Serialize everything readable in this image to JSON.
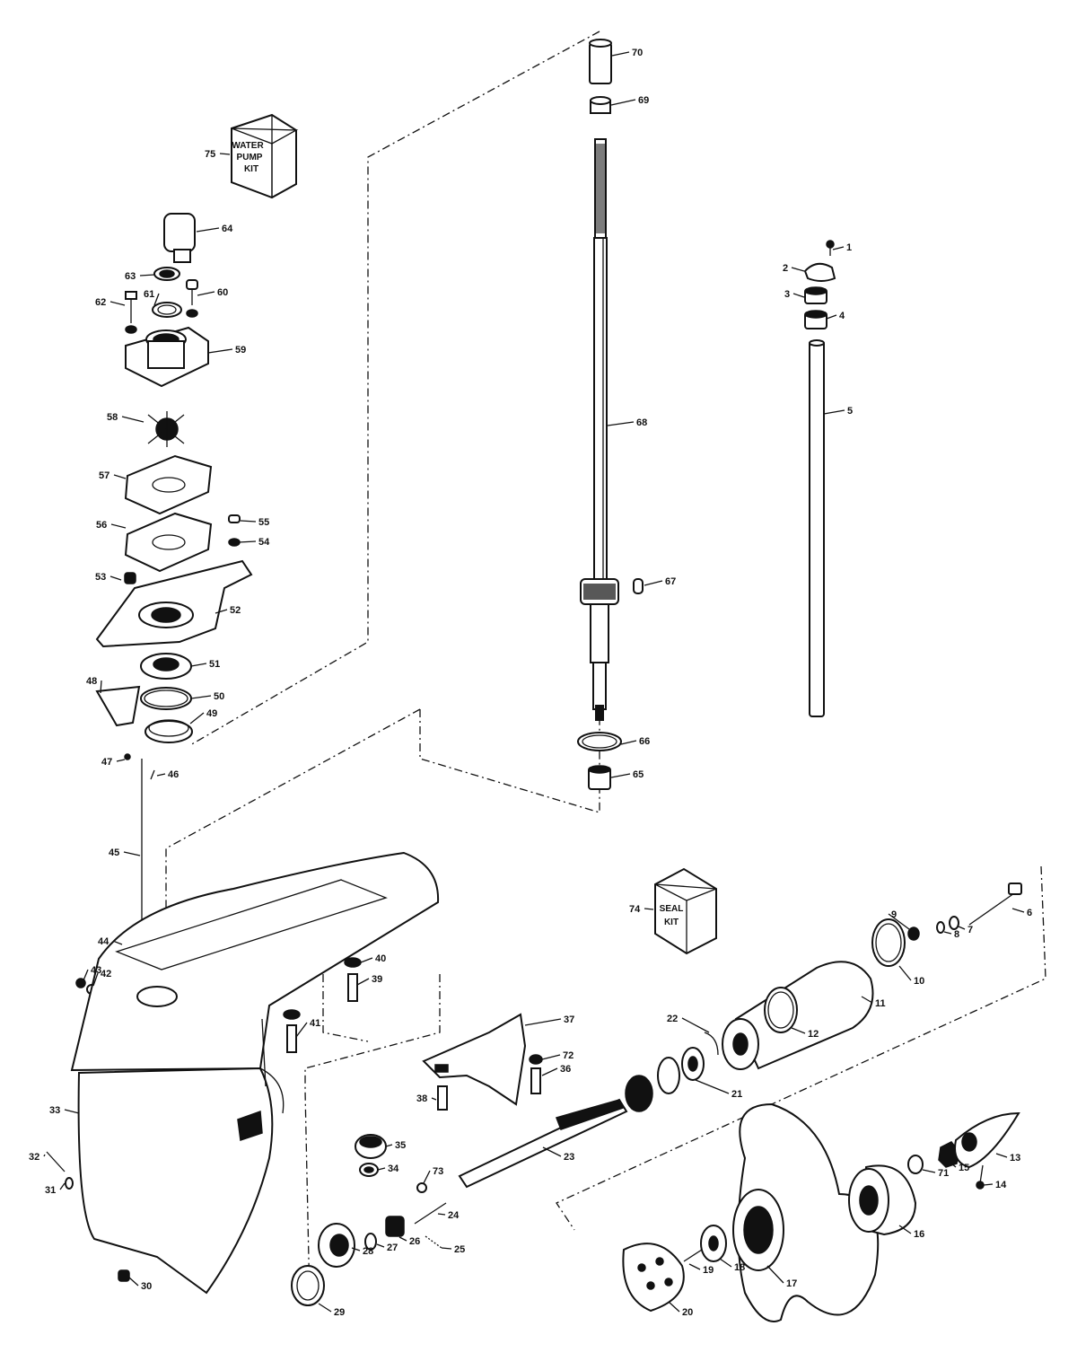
{
  "kits": [
    {
      "id": "water-pump-kit",
      "number": "75",
      "lines": [
        "WATER",
        "PUMP",
        "KIT"
      ]
    },
    {
      "id": "seal-kit",
      "number": "74",
      "lines": [
        "SEAL",
        "KIT"
      ]
    }
  ],
  "callouts": [
    "1",
    "2",
    "3",
    "4",
    "5",
    "6",
    "7",
    "8",
    "9",
    "10",
    "11",
    "12",
    "13",
    "14",
    "15",
    "16",
    "17",
    "18",
    "19",
    "20",
    "21",
    "22",
    "23",
    "24",
    "25",
    "26",
    "27",
    "28",
    "29",
    "30",
    "31",
    "32",
    "33",
    "34",
    "35",
    "36",
    "37",
    "38",
    "39",
    "40",
    "41",
    "42",
    "43",
    "44",
    "45",
    "46",
    "47",
    "48",
    "49",
    "50",
    "51",
    "52",
    "53",
    "54",
    "55",
    "56",
    "57",
    "58",
    "59",
    "60",
    "61",
    "62",
    "63",
    "64",
    "65",
    "66",
    "67",
    "68",
    "69",
    "70",
    "71",
    "72",
    "73"
  ]
}
